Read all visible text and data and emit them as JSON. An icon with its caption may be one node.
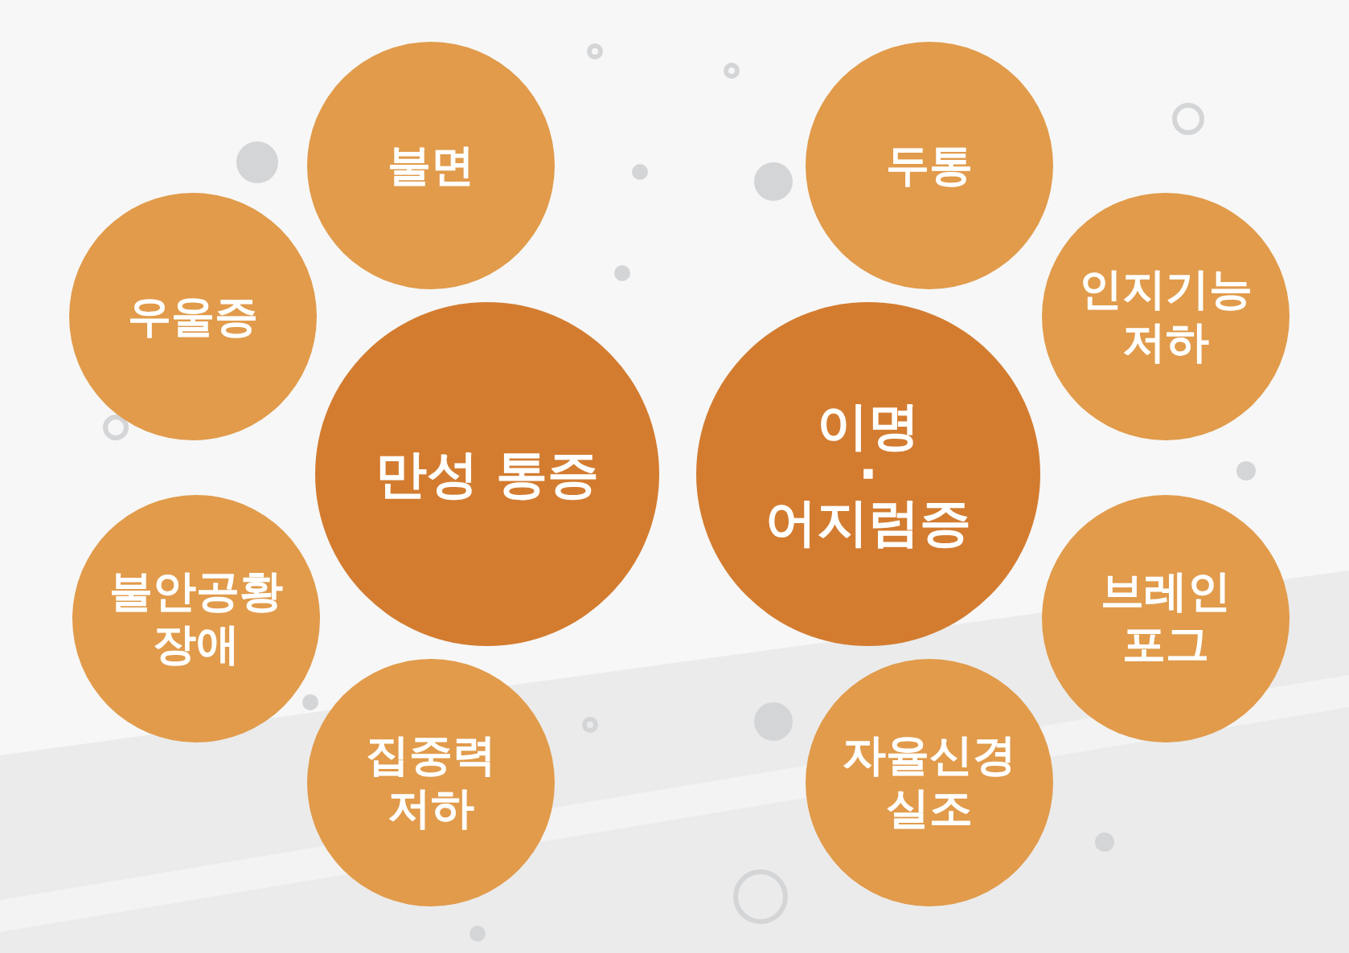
{
  "diagram": {
    "nodes": [
      {
        "text": [
          "불면"
        ]
      },
      {
        "text": [
          "두통"
        ]
      },
      {
        "text": [
          "우울증"
        ]
      },
      {
        "text": [
          "인지기능 저하"
        ]
      },
      {
        "text": [
          "만성 통증"
        ]
      },
      {
        "text": [
          "이명 · 어지럼증"
        ]
      },
      {
        "text": [
          "불안공황 장애"
        ]
      },
      {
        "text": [
          "브레인 포그"
        ]
      },
      {
        "text": [
          "집중력 저하"
        ]
      },
      {
        "text": [
          "자율신경 실조"
        ]
      }
    ]
  }
}
